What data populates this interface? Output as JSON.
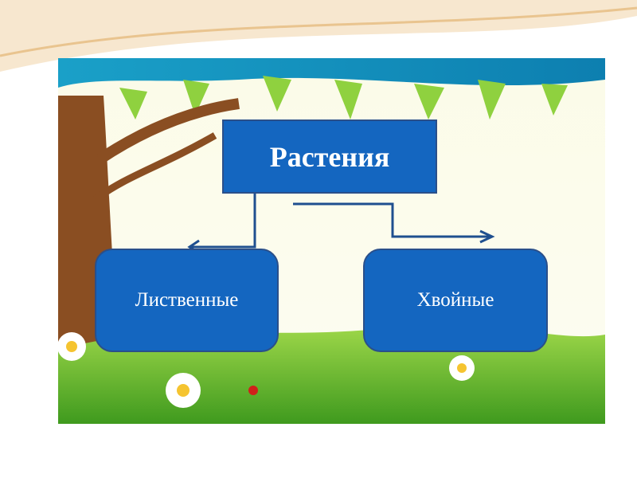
{
  "diagram": {
    "root": {
      "label": "Растения"
    },
    "children": [
      {
        "label": "Лиственные"
      },
      {
        "label": "Хвойные"
      }
    ]
  },
  "colors": {
    "box_fill": "#1466c0",
    "box_border": "#2a4f8a",
    "connector": "#1f4f8f"
  }
}
